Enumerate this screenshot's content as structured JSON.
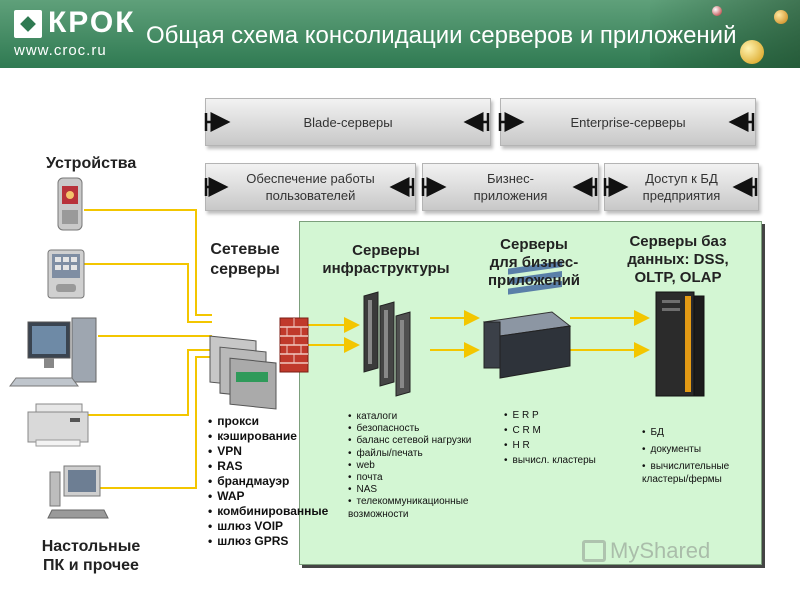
{
  "header": {
    "logo_name": "КРОК",
    "logo_url": "www.croc.ru",
    "title": "Общая схема консолидации серверов и приложений",
    "color": "#2f7a52"
  },
  "top_bars": {
    "blade": "Blade-серверы",
    "enterprise": "Enterprise-серверы",
    "user_support": "Обеспечение работы пользователей",
    "business_apps": "Бизнес-\nприложения",
    "db_access": "Доступ к БД\nпредприятия"
  },
  "left": {
    "devices_title": "Устройства",
    "pcs_title": "Настольные\nПК и прочее",
    "network_servers_title": "Сетевые\nсерверы",
    "network_services": [
      "прокси",
      "кэширование",
      "VPN",
      "RAS",
      "брандмауэр",
      "WAP",
      "комбинированные",
      "шлюз VOIP",
      "шлюз GPRS"
    ]
  },
  "panel": {
    "color": "#d3f6d3",
    "infra_title": "Серверы\nинфраструктуры",
    "infra_items": [
      "каталоги",
      "безопасность",
      "баланс сетевой нагрузки",
      "файлы/печать",
      "web",
      "почта",
      "NAS",
      "телекоммуникационные возможности"
    ],
    "business_title": "Серверы\nдля бизнес-\nприложений",
    "business_items": [
      "E R P",
      "C R M",
      "H R",
      "вычисл. кластеры"
    ],
    "db_title": "Серверы баз\nданных: DSS,\nOLTP, OLAP",
    "db_items": [
      "БД",
      "документы",
      "вычислительные кластеры/фермы"
    ]
  },
  "watermark": "MyShared",
  "connector_color": "#f3c600"
}
